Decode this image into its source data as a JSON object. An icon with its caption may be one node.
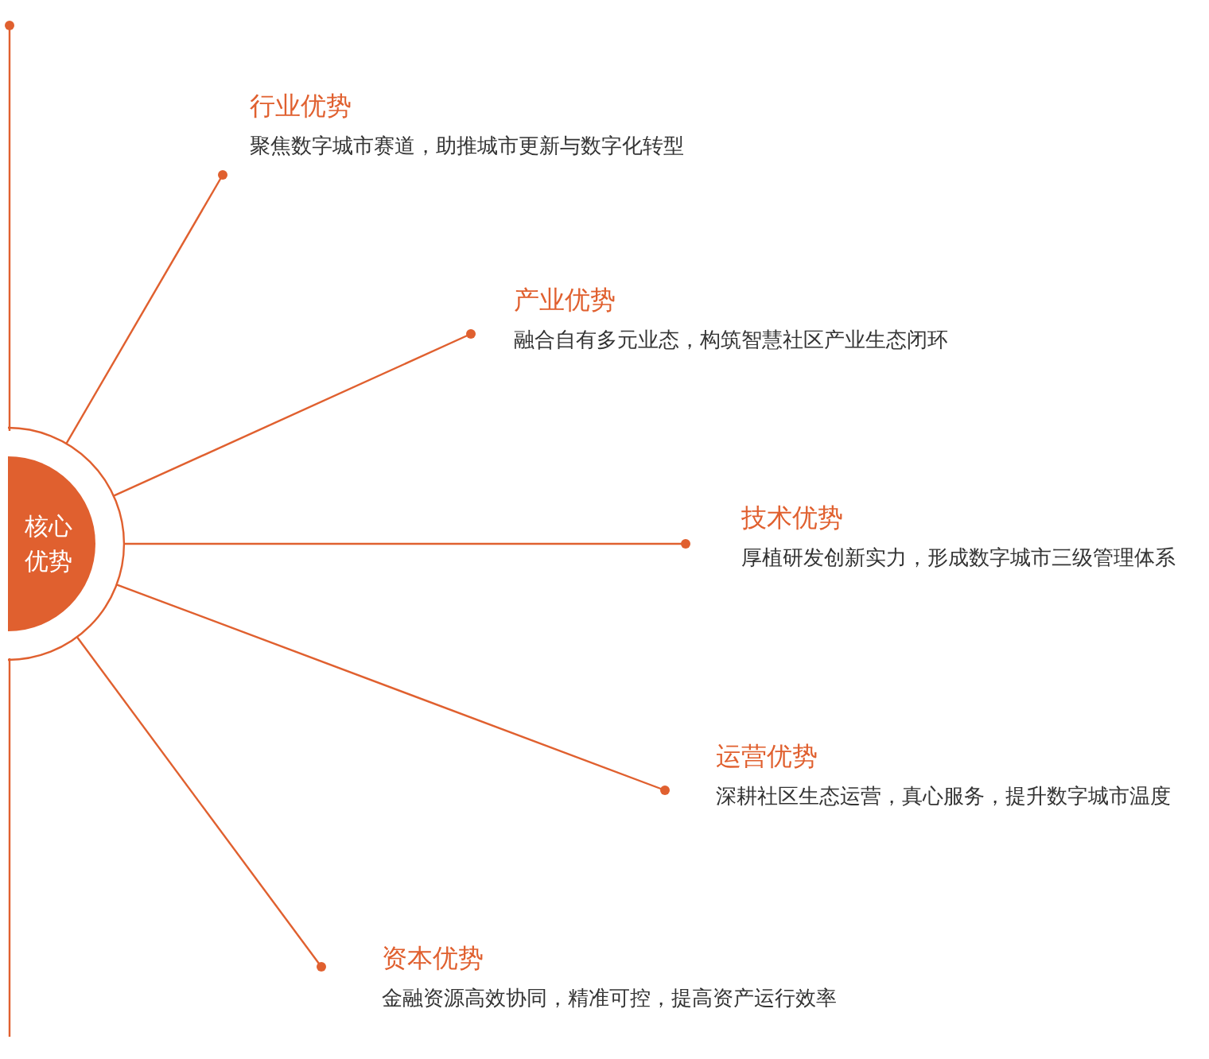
{
  "diagram": {
    "nodes": [
      {
        "text": [
          "核心优势"
        ]
      },
      {
        "text": [
          "行业优势",
          "聚焦数字城市赛道，助推城市更新与数字化转型"
        ]
      },
      {
        "text": [
          "产业优势",
          "融合自有多元业态，构筑智慧社区产业生态闭环"
        ]
      },
      {
        "text": [
          "技术优势",
          "厚植研发创新实力，形成数字城市三级管理体系"
        ]
      },
      {
        "text": [
          "运营优势",
          "深耕社区生态运营，真心服务，提升数字城市温度"
        ]
      },
      {
        "text": [
          "资本优势",
          "金融资源高效协同，精准可控，提高资产运行效率"
        ]
      }
    ],
    "edges": [
      {
        "from": 0,
        "to": 1,
        "arrow": "other"
      },
      {
        "from": 0,
        "to": 2,
        "arrow": "other"
      },
      {
        "from": 0,
        "to": 3,
        "arrow": "other"
      },
      {
        "from": 0,
        "to": 4,
        "arrow": "other"
      },
      {
        "from": 0,
        "to": 5,
        "arrow": "other"
      }
    ]
  }
}
